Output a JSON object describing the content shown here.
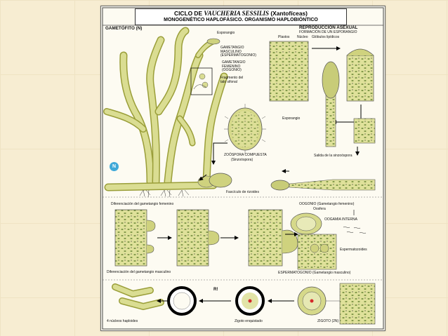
{
  "title": {
    "line1_prefix": "CICLO DE ",
    "line1_species": "VAUCHERIA SESSILIS",
    "line1_suffix": " (Xantofíceas)",
    "line2": "MONOGENÉTICO HAPLOFÁSICO. ORGANISMO HAPLOBIÓNTICO"
  },
  "sections": {
    "gametophyte": "GAMETÓFITO (N)",
    "asexual_reproduction": "REPRODUCCIÓN ASEXUAL",
    "sporangium_formation": "FORMACIÓN DE UN ESPORANGIO"
  },
  "labels": {
    "sporangium_top": "Esporangio",
    "male_gametangium": "GAMETANGIO\nMASCULINO\n(ESPERMATOGONIO)",
    "female_gametangium": "GAMETANGIO\nFEMENINO\n(OOGONIO)",
    "thallus_fragment": "Fragmento del\ntalo sifonal",
    "plastids": "Plastos",
    "nucleus": "Núcleo",
    "lipid_globules": "Glóbulos lipídicos",
    "sporangium_mid": "Esporangio",
    "compound_zoospore": "ZOÓSPORA COMPUESTA",
    "synzoospore": "(Sinzoóspora)",
    "synzoospore_exit": "Salida de la sinzoóspora",
    "rhizoid_bundle": "Fascículo de rizoides",
    "female_differentiation": "Diferenciación del gametangio femenino",
    "oogonium": "OOGONIO (Gametangio femenino)",
    "oosphere": "Oosfera",
    "internal_oogamy": "OOGAMIA INTERNA",
    "spermatozoids": "Espermatozoides",
    "male_differentiation": "Diferenciación del gametangio masculino",
    "spermatogonium": "ESPERMATOGONIO (Gametangio masculino)",
    "meiosis": "R!",
    "haploid_nuclei": "4 núcleos haploides",
    "encysted_zygote": "Zigoto enquistado",
    "zygote": "ZIGOTO (2N)",
    "ploidy_badge": "N"
  },
  "colors": {
    "filament": "#d9dc8f",
    "filament_dark": "#9fa33e",
    "nucleus": "#3a7d5e",
    "zygote_core": "#d42a2a",
    "badge": "#3fa9d8"
  }
}
